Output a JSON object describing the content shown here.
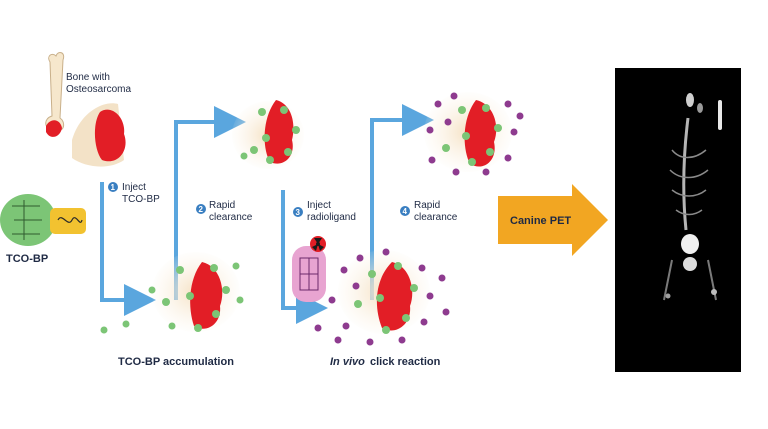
{
  "bone_label": {
    "line1": "Bone with",
    "line2": "Osteosarcoma"
  },
  "molecule_label": "TCO-BP",
  "steps": [
    {
      "number": "1",
      "line1": "Inject",
      "line2": "TCO-BP"
    },
    {
      "number": "2",
      "line1": "Rapid",
      "line2": "clearance"
    },
    {
      "number": "3",
      "line1": "Inject",
      "line2": "radioligand"
    },
    {
      "number": "4",
      "line1": "Rapid",
      "line2": "clearance"
    }
  ],
  "captions": {
    "accumulation": "TCO-BP accumulation",
    "click_italic": "In vivo",
    "click_rest": " click reaction"
  },
  "result_arrow_label": "Canine PET",
  "colors": {
    "arrow_blue": "#5aa6de",
    "tumor_red": "#e21e26",
    "bone_beige": "#f3e2c7",
    "molecule_green": "#7cc576",
    "linker_yellow": "#f2c230",
    "radioligand_purple": "#8e3b8f",
    "result_orange": "#f2a622",
    "pet_background": "#000000"
  },
  "icons": [
    "bone-icon",
    "molecule-icon",
    "radioligand-icon",
    "radiation-icon",
    "pet-scan-image"
  ]
}
